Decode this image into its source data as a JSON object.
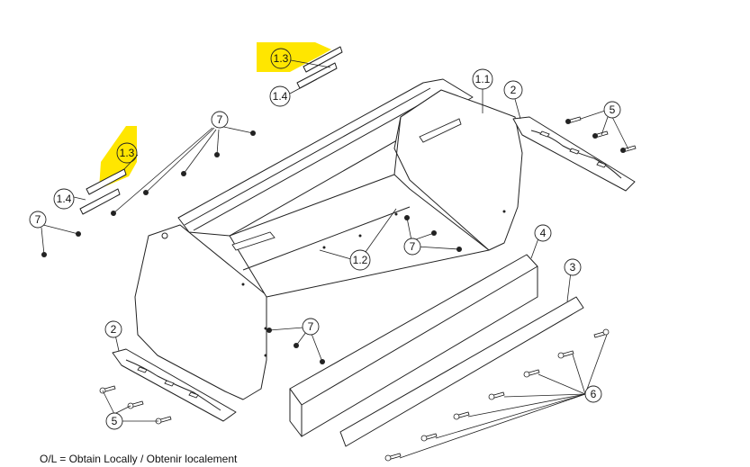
{
  "diagram": {
    "highlight_color": "#ffe600",
    "callouts": [
      {
        "id": "c-1-3-top",
        "label": "1.3",
        "highlighted": true
      },
      {
        "id": "c-1-4-top",
        "label": "1.4",
        "highlighted": false
      },
      {
        "id": "c-1-1",
        "label": "1.1",
        "highlighted": false
      },
      {
        "id": "c-2-right",
        "label": "2",
        "highlighted": false
      },
      {
        "id": "c-5-right",
        "label": "5",
        "highlighted": false
      },
      {
        "id": "c-7-top",
        "label": "7",
        "highlighted": false
      },
      {
        "id": "c-1-3-left",
        "label": "1.3",
        "highlighted": true
      },
      {
        "id": "c-1-4-left",
        "label": "1.4",
        "highlighted": false
      },
      {
        "id": "c-7-left",
        "label": "7",
        "highlighted": false
      },
      {
        "id": "c-7-mid",
        "label": "7",
        "highlighted": false
      },
      {
        "id": "c-1-2",
        "label": "1.2",
        "highlighted": false
      },
      {
        "id": "c-4",
        "label": "4",
        "highlighted": false
      },
      {
        "id": "c-3",
        "label": "3",
        "highlighted": false
      },
      {
        "id": "c-7-low",
        "label": "7",
        "highlighted": false
      },
      {
        "id": "c-2-left",
        "label": "2",
        "highlighted": false
      },
      {
        "id": "c-5-left",
        "label": "5",
        "highlighted": false
      },
      {
        "id": "c-6",
        "label": "6",
        "highlighted": false
      }
    ],
    "footnote": "O/L = Obtain Locally / Obtenir localement"
  }
}
